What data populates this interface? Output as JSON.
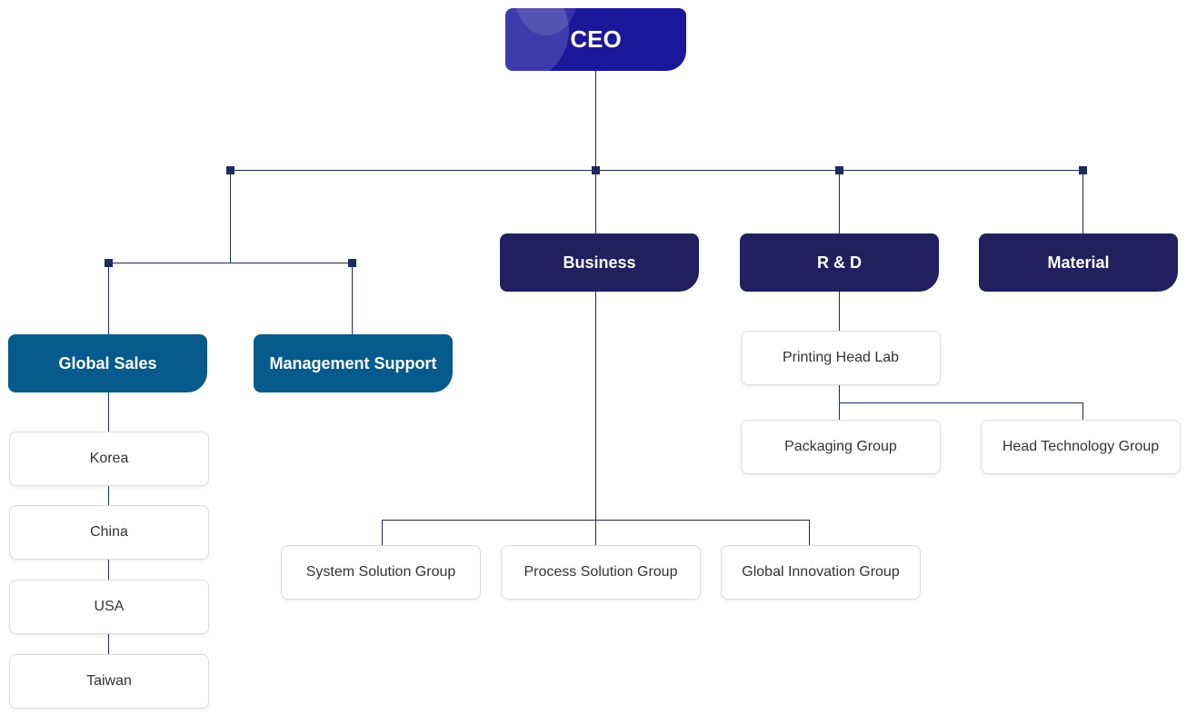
{
  "ceo": {
    "label": "CEO"
  },
  "divisions": {
    "business": "Business",
    "rnd": "R & D",
    "material": "Material"
  },
  "departments": {
    "global_sales": "Global Sales",
    "management_support": "Management Support"
  },
  "global_sales_regions": [
    "Korea",
    "China",
    "USA",
    "Taiwan"
  ],
  "business_groups": [
    "System Solution Group",
    "Process Solution Group",
    "Global Innovation Group"
  ],
  "rnd_units": {
    "lab": "Printing Head Lab",
    "groups": [
      "Packaging Group",
      "Head Technology Group"
    ]
  },
  "colors": {
    "ceo": "#1a179a",
    "division": "#231f5e",
    "department": "#075a8c",
    "connector": "#1e2a5a"
  }
}
